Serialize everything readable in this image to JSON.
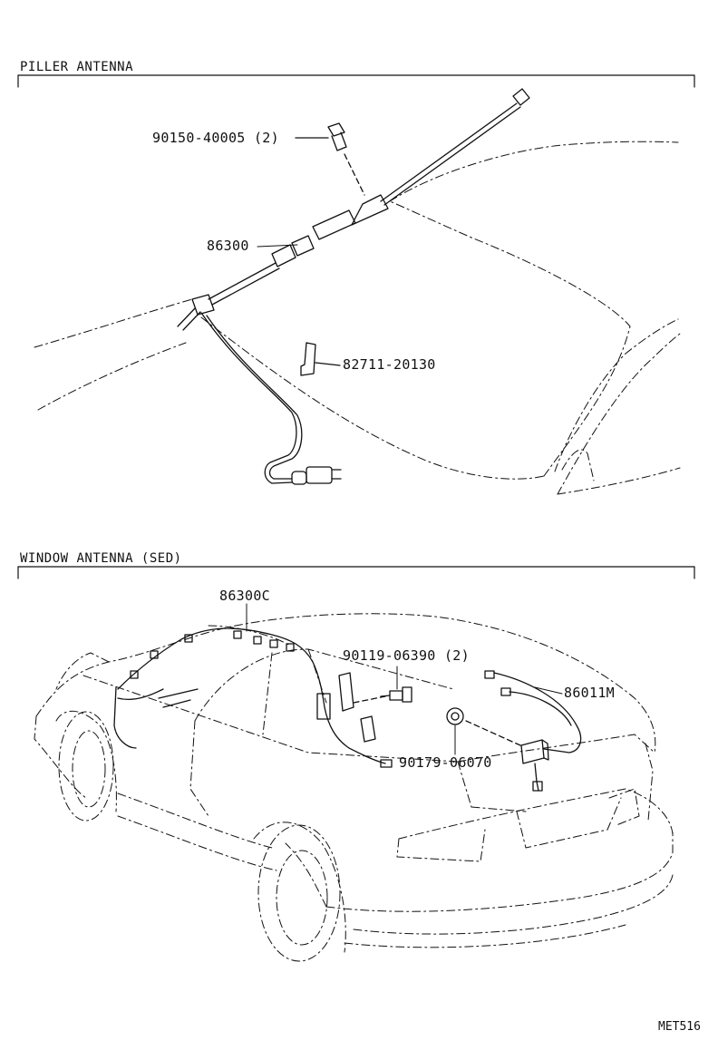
{
  "sections": [
    {
      "title": "PILLER ANTENNA",
      "parts": [
        {
          "number": "90150-40005 (2)"
        },
        {
          "number": "86300"
        },
        {
          "number": "82711-20130"
        }
      ]
    },
    {
      "title": "WINDOW ANTENNA  (SED)",
      "parts": [
        {
          "number": "86300C"
        },
        {
          "number": "90119-06390 (2)"
        },
        {
          "number": "86011M"
        },
        {
          "number": "90179-06070"
        }
      ]
    }
  ],
  "figure_code": "MET516"
}
